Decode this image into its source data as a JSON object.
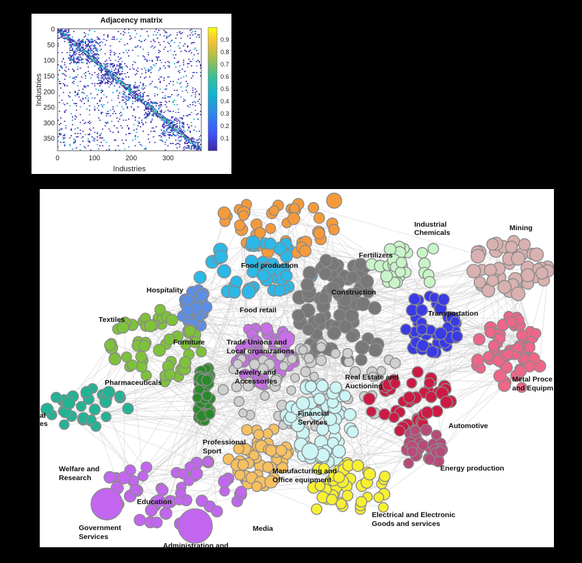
{
  "matrix": {
    "title": "Adjacency matrix",
    "xlabel": "Industries",
    "ylabel": "Industries",
    "xticks": [
      "0",
      "100",
      "200",
      "300"
    ],
    "yticks": [
      "0",
      "50",
      "100",
      "150",
      "200",
      "250",
      "300",
      "350"
    ],
    "colorbar_ticks": [
      "0.1",
      "0.2",
      "0.3",
      "0.4",
      "0.5",
      "0.6",
      "0.7",
      "0.8",
      "0.9"
    ]
  },
  "network": {
    "labels": [
      "Food production",
      "Food retail",
      "Hospitality",
      "Textiles",
      "Furniture",
      "Pharmaceuticals",
      "al",
      "es",
      "Trade Unions and",
      "Local organizations",
      "Jewelry and",
      "Accessories",
      "Construction",
      "Fertilizers",
      "Industrial",
      "Chemicals",
      "Mining",
      "Transportation",
      "Metal Proce",
      "and Equipm",
      "Real Estate and",
      "Auctioning",
      "Financial",
      "Services",
      "Automotive",
      "Professional",
      "Sport",
      "Welfare and",
      "Research",
      "Education",
      "Government",
      "Services",
      "Administration and",
      "Media",
      "Manufacturing and",
      "Office equipment",
      "Energy production",
      "Electrical and Electronic",
      "Goods and services"
    ]
  },
  "colors": {
    "food": "#f59a3b",
    "food_blue": "#2cb8e8",
    "hospitality": "#5b8ee6",
    "textiles": "#7ec23a",
    "furniture_dark": "#2a8a2a",
    "pharma": "#23b394",
    "trade": "#c76ee8",
    "construction": "#787878",
    "light_gray": "#cfcfcf",
    "fertilizers": "#c8f5c8",
    "mining": "#d9b1b1",
    "transport": "#3a3ae6",
    "metal": "#ee6688",
    "automotive": "#cc1a44",
    "energy": "#b84a7a",
    "financial": "#cdf5f5",
    "electrical": "#f7f032",
    "welfare": "#c266f0",
    "professional": "#f7c060",
    "edge": "#d2d2d2"
  }
}
